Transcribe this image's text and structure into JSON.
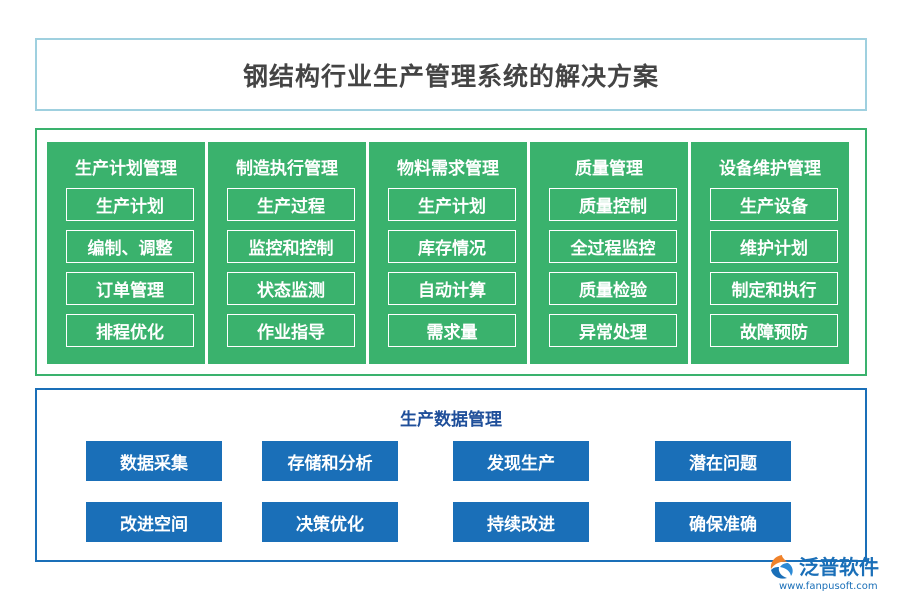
{
  "title": "钢结构行业生产管理系统的解决方案",
  "modules": [
    {
      "heading": "生产计划管理",
      "items": [
        "生产计划",
        "编制、调整",
        "订单管理",
        "排程优化"
      ]
    },
    {
      "heading": "制造执行管理",
      "items": [
        "生产过程",
        "监控和控制",
        "状态监测",
        "作业指导"
      ]
    },
    {
      "heading": "物料需求管理",
      "items": [
        "生产计划",
        "库存情况",
        "自动计算",
        "需求量"
      ]
    },
    {
      "heading": "质量管理",
      "items": [
        "质量控制",
        "全过程监控",
        "质量检验",
        "异常处理"
      ]
    },
    {
      "heading": "设备维护管理",
      "items": [
        "生产设备",
        "维护计划",
        "制定和执行",
        "故障预防"
      ]
    }
  ],
  "data_management": {
    "heading": "生产数据管理",
    "items": [
      "数据采集",
      "存储和分析",
      "发现生产",
      "潜在问题",
      "改进空间",
      "决策优化",
      "持续改进",
      "确保准确"
    ]
  },
  "logo": {
    "name": "泛普软件",
    "url": "www.fanpusoft.com",
    "icon": "fanpu-logo-icon"
  },
  "colors": {
    "green": "#3ab26d",
    "blue": "#1a6fb8",
    "title_border": "#9fd0df"
  }
}
